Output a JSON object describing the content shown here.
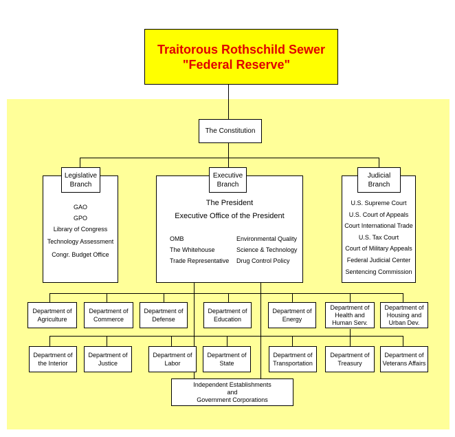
{
  "title": {
    "line1": "Traitorous Rothschild Sewer",
    "line2": "\"Federal Reserve\""
  },
  "constitution": "The Constitution",
  "legislative": {
    "head": [
      "Legislative",
      "Branch"
    ],
    "items": [
      "GAO",
      "GPO",
      "Library of Congress",
      "Technology Assessment",
      "Congr. Budget Office"
    ]
  },
  "executive": {
    "head": [
      "Executive",
      "Branch"
    ],
    "president": "The President",
    "office": "Executive Office of the President",
    "left_items": [
      "OMB",
      "The Whitehouse",
      "Trade Representative"
    ],
    "right_items": [
      "Environmental Quality",
      "Science & Technology",
      "Drug Control Policy"
    ]
  },
  "judicial": {
    "head": [
      "Judicial",
      "Branch"
    ],
    "items": [
      "U.S. Supreme Court",
      "U.S. Court of  Appeals",
      "Court International Trade",
      "U.S. Tax Court",
      "Court of Military Appeals",
      "Federal Judicial Center",
      "Sentencing Commission"
    ]
  },
  "departments_row1": [
    [
      "Department of",
      "Agriculture"
    ],
    [
      "Department of",
      "Commerce"
    ],
    [
      "Department of",
      "Defense"
    ],
    [
      "Department of",
      "Education"
    ],
    [
      "Department of",
      "Energy"
    ],
    [
      "Department of",
      "Health and",
      "Human Serv."
    ],
    [
      "Department of",
      "Housing and",
      "Urban Dev."
    ]
  ],
  "departments_row2": [
    [
      "Department of",
      "the Interior"
    ],
    [
      "Department of",
      "Justice"
    ],
    [
      "Department of",
      "Labor"
    ],
    [
      "Department of",
      "State"
    ],
    [
      "Department of",
      "Transportation"
    ],
    [
      "Department of",
      "Treasury"
    ],
    [
      "Department of",
      "Veterans Affairs"
    ]
  ],
  "independent": [
    "Independent Establishments",
    "and",
    "Government Corporations"
  ],
  "colors": {
    "title_bg": "#ffff00",
    "title_text": "#e00000",
    "panel_bg": "#ffff99"
  }
}
